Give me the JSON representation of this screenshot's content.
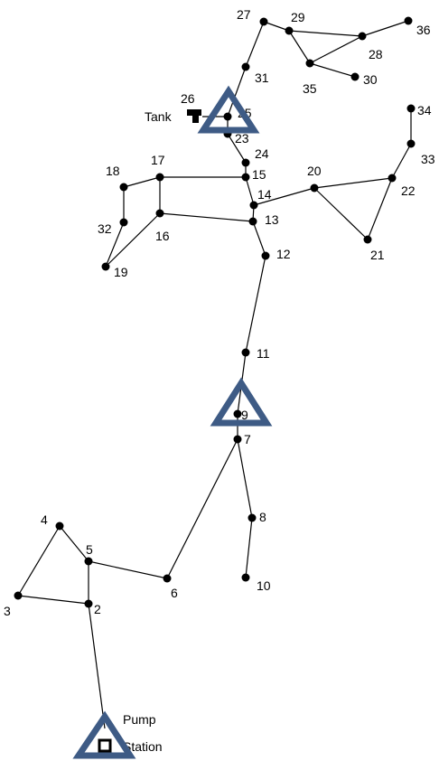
{
  "network": {
    "nodes": [
      {
        "id": "2",
        "label": "2"
      },
      {
        "id": "3",
        "label": "3"
      },
      {
        "id": "4",
        "label": "4"
      },
      {
        "id": "5",
        "label": "5"
      },
      {
        "id": "6",
        "label": "6"
      },
      {
        "id": "7",
        "label": "7"
      },
      {
        "id": "8",
        "label": "8"
      },
      {
        "id": "9",
        "label": "9"
      },
      {
        "id": "10",
        "label": "10"
      },
      {
        "id": "11",
        "label": "11"
      },
      {
        "id": "12",
        "label": "12"
      },
      {
        "id": "13",
        "label": "13"
      },
      {
        "id": "14",
        "label": "14"
      },
      {
        "id": "15",
        "label": "15"
      },
      {
        "id": "16",
        "label": "16"
      },
      {
        "id": "17",
        "label": "17"
      },
      {
        "id": "18",
        "label": "18"
      },
      {
        "id": "19",
        "label": "19"
      },
      {
        "id": "20",
        "label": "20"
      },
      {
        "id": "21",
        "label": "21"
      },
      {
        "id": "22",
        "label": "22"
      },
      {
        "id": "23",
        "label": "23"
      },
      {
        "id": "24",
        "label": "24"
      },
      {
        "id": "25",
        "label": "25"
      },
      {
        "id": "26",
        "label": "26"
      },
      {
        "id": "27",
        "label": "27"
      },
      {
        "id": "28",
        "label": "28"
      },
      {
        "id": "29",
        "label": "29"
      },
      {
        "id": "30",
        "label": "30"
      },
      {
        "id": "31",
        "label": "31"
      },
      {
        "id": "32",
        "label": "32"
      },
      {
        "id": "33",
        "label": "33"
      },
      {
        "id": "34",
        "label": "34"
      },
      {
        "id": "35",
        "label": "35"
      },
      {
        "id": "36",
        "label": "36"
      }
    ],
    "edges": [
      [
        "P",
        "2"
      ],
      [
        "2",
        "3"
      ],
      [
        "2",
        "5"
      ],
      [
        "3",
        "4"
      ],
      [
        "4",
        "5"
      ],
      [
        "5",
        "6"
      ],
      [
        "6",
        "7"
      ],
      [
        "7",
        "9"
      ],
      [
        "7",
        "8"
      ],
      [
        "8",
        "10"
      ],
      [
        "9",
        "11"
      ],
      [
        "11",
        "12"
      ],
      [
        "12",
        "13"
      ],
      [
        "13",
        "14"
      ],
      [
        "14",
        "15"
      ],
      [
        "13",
        "16"
      ],
      [
        "15",
        "17"
      ],
      [
        "16",
        "17"
      ],
      [
        "17",
        "18"
      ],
      [
        "18",
        "32"
      ],
      [
        "32",
        "19"
      ],
      [
        "16",
        "19"
      ],
      [
        "15",
        "24"
      ],
      [
        "24",
        "23"
      ],
      [
        "23",
        "25"
      ],
      [
        "25",
        "26"
      ],
      [
        "25",
        "31"
      ],
      [
        "31",
        "27"
      ],
      [
        "27",
        "29"
      ],
      [
        "29",
        "28"
      ],
      [
        "29",
        "35"
      ],
      [
        "35",
        "28"
      ],
      [
        "28",
        "36"
      ],
      [
        "35",
        "30"
      ],
      [
        "14",
        "20"
      ],
      [
        "20",
        "22"
      ],
      [
        "20",
        "21"
      ],
      [
        "21",
        "22"
      ],
      [
        "22",
        "33"
      ],
      [
        "33",
        "34"
      ]
    ],
    "tank_label": "Tank",
    "pump_label_line1": "Pump",
    "pump_label_line2": "Station",
    "marker_color": "#3e5b85"
  }
}
